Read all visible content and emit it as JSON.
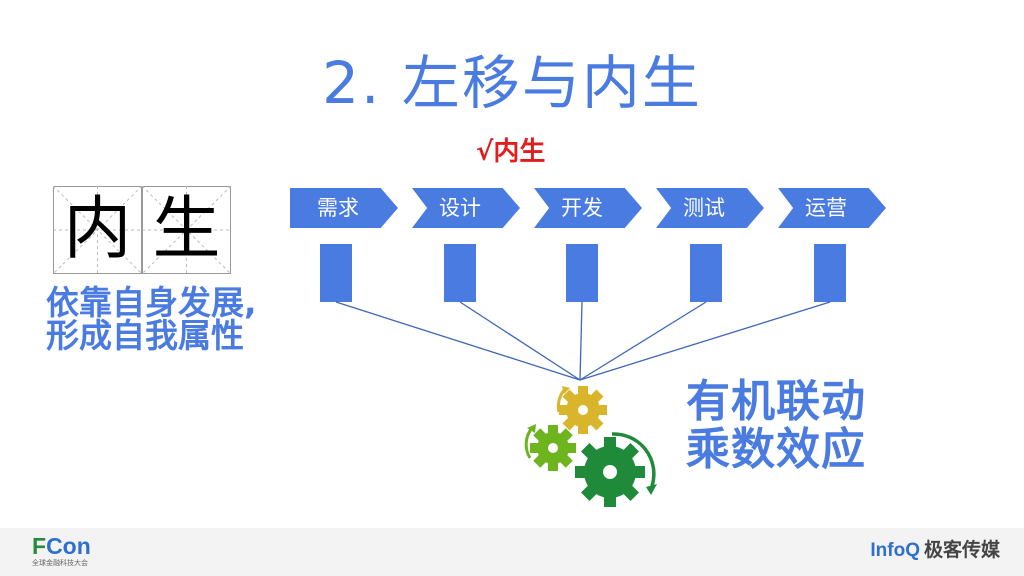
{
  "slide": {
    "title": "2. 左移与内生",
    "subtitle": "√内生",
    "grid_chars": [
      "内",
      "生"
    ],
    "left_text": [
      "依靠自身发展,",
      "形成自我属性"
    ],
    "stages": [
      "需求",
      "设计",
      "开发",
      "测试",
      "运营"
    ],
    "right_text": [
      "有机联动",
      "乘数效应"
    ]
  },
  "footer": {
    "fcon_logo_f": "F",
    "fcon_logo_rest": "Con",
    "fcon_subtitle": "全球金融科技大会",
    "infoq_brand": "InfoQ",
    "infoq_cn": "极客传媒"
  },
  "colors": {
    "accent_blue": "#4a7be0",
    "highlight_red": "#e11d1d",
    "gear_yellow": "#d8b52a",
    "gear_lightgreen": "#6db41f",
    "gear_darkgreen": "#1f8a3a"
  },
  "icons": [
    "connector-lines",
    "gear-cluster-icon"
  ]
}
